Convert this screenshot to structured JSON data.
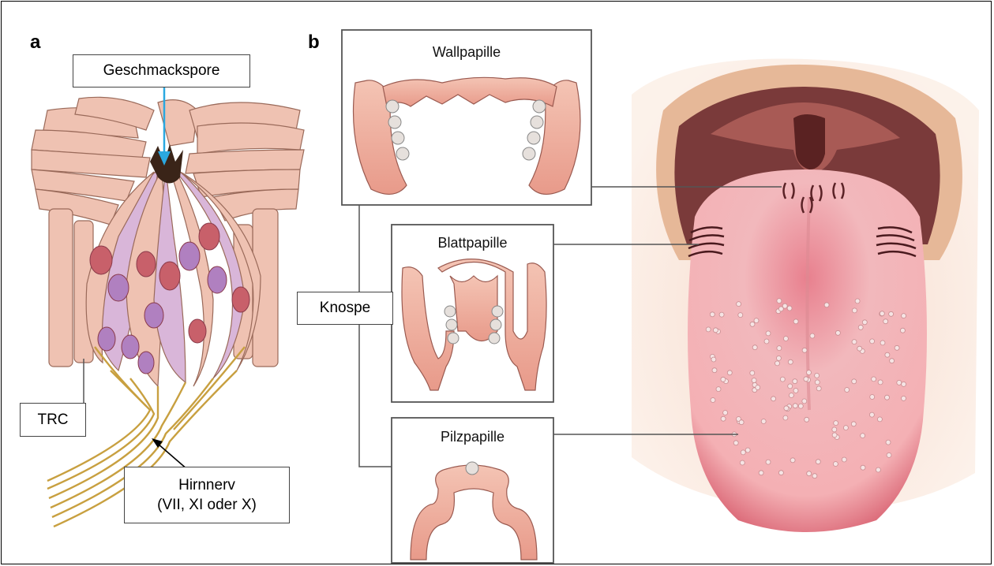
{
  "panels": {
    "a": "a",
    "b": "b"
  },
  "labels": {
    "taste_pore": "Geschmackspore",
    "trc": "TRC",
    "nerve_line1": "Hirnnerv",
    "nerve_line2": "(VII, XI oder X)",
    "bud": "Knospe"
  },
  "papillae": {
    "circumvallate": "Wallpapille",
    "foliate": "Blattpapille",
    "fungiform": "Pilzpapille"
  },
  "colors": {
    "cell_pink": "#f0c0b0",
    "cell_purple": "#d9b6d9",
    "nucleus_red": "#c8606a",
    "nucleus_purple": "#b080c0",
    "nerve_yellow": "#c8a040",
    "arrow_blue": "#2ba8e0",
    "tongue_pink": "#f0a0a8",
    "mouth_dark": "#7a3a3a"
  }
}
